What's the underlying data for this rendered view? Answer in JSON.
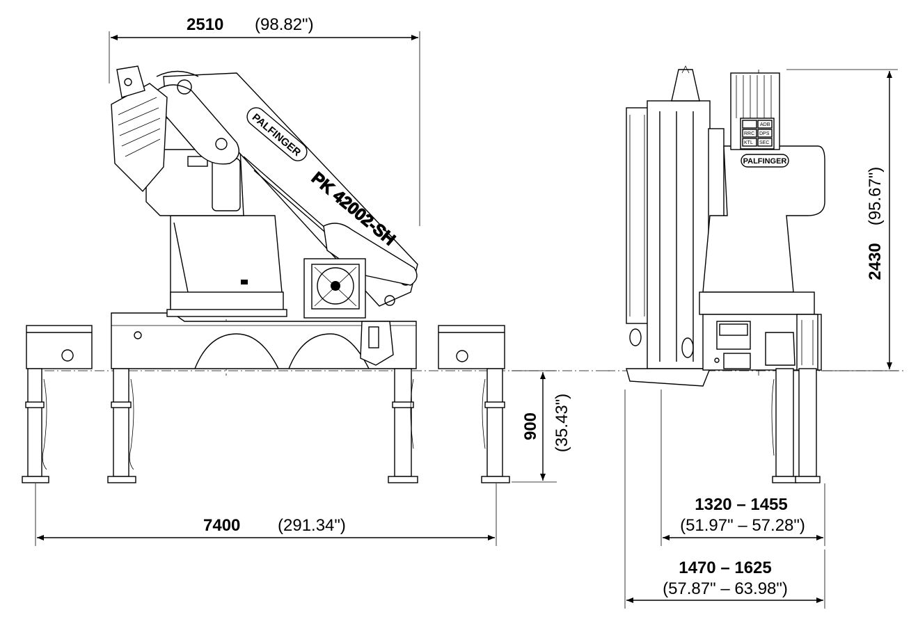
{
  "dimensions": {
    "top_width": {
      "metric": "2510",
      "imperial": "(98.82\")"
    },
    "total_width": {
      "metric": "7400",
      "imperial": "(291.34\")"
    },
    "leg_height": {
      "metric": "900",
      "imperial": "(35.43\")"
    },
    "total_height": {
      "metric": "2430",
      "imperial": "(95.67\")"
    },
    "inner_spread": {
      "metric": "1320 – 1455",
      "imperial": "(51.97\" – 57.28\")"
    },
    "outer_spread": {
      "metric": "1470 – 1625",
      "imperial": "(57.87\" – 63.98\")"
    }
  },
  "labels": {
    "brand": "PALFINGER",
    "model": "PK 42002-SH",
    "brand_end": "PALFINGER",
    "panel_buttons": [
      "ADB",
      "RRC",
      "DPS",
      "KTL",
      "SEC"
    ]
  },
  "colors": {
    "ink": "#000000",
    "paper": "#ffffff"
  }
}
